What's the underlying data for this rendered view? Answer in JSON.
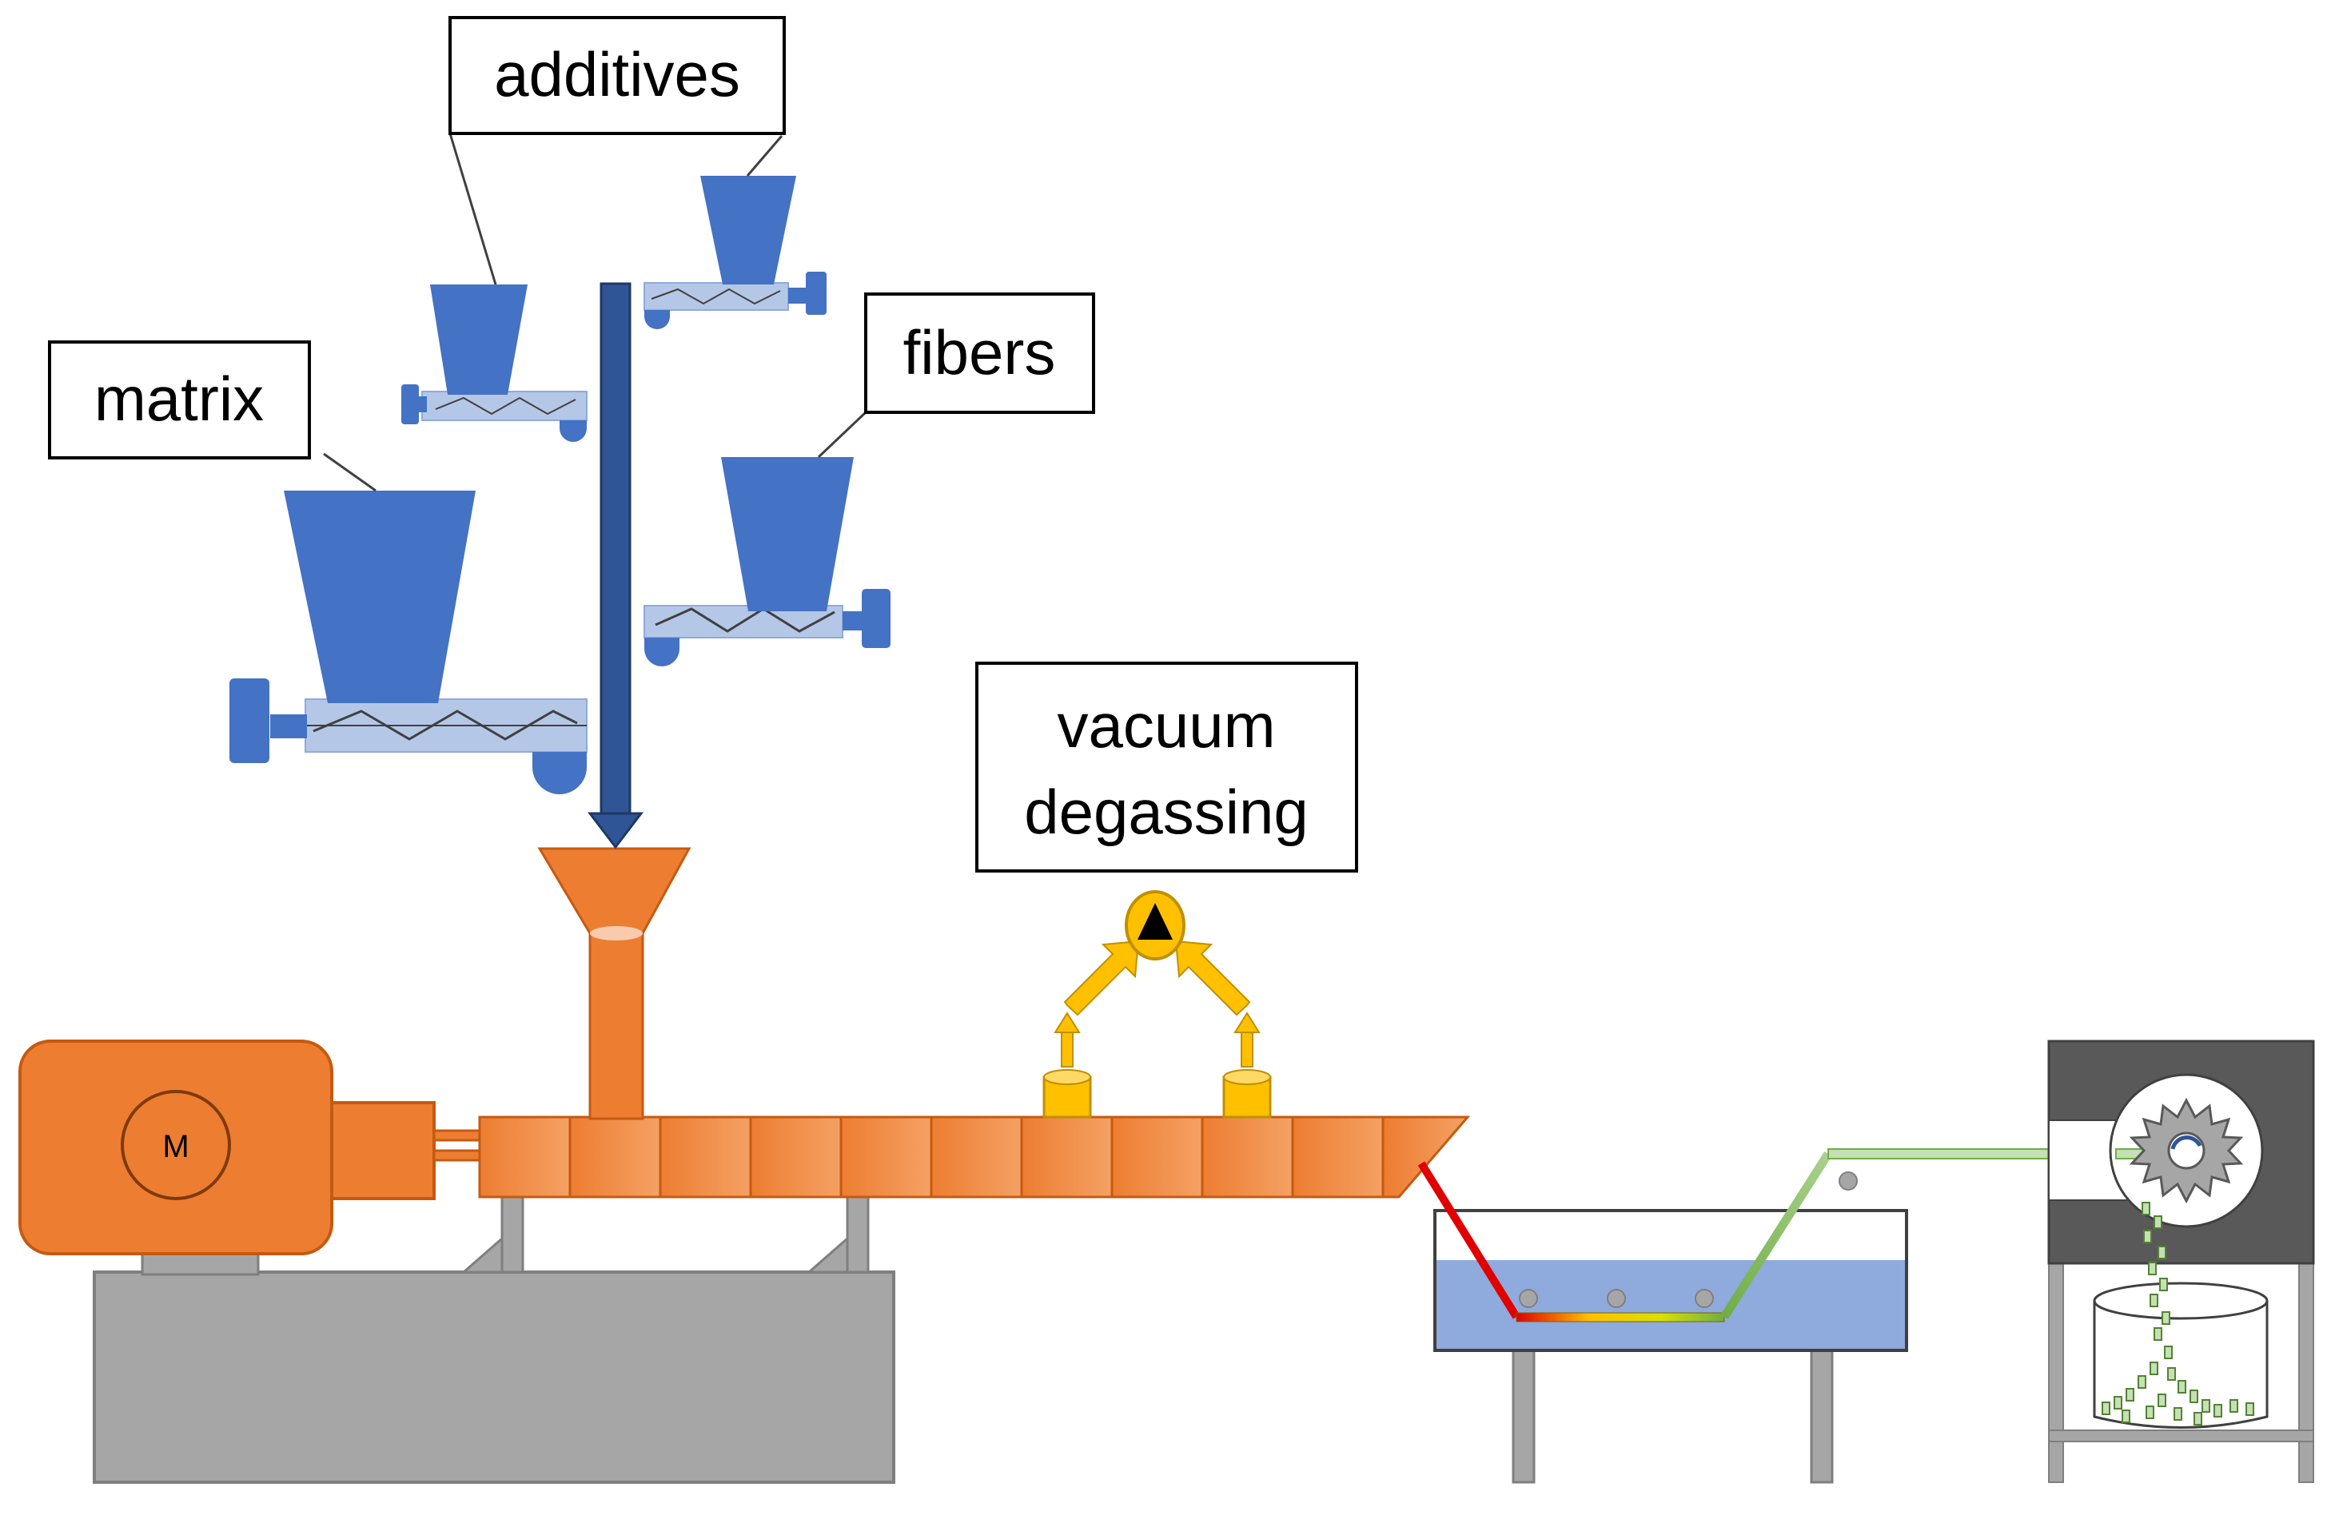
{
  "labels": {
    "additives": "additives",
    "matrix": "matrix",
    "fibers": "fibers",
    "vacuum_line1": "vacuum",
    "vacuum_line2": "degassing",
    "motor": "M"
  },
  "colors": {
    "feeder_blue": "#4472c4",
    "feeder_light_blue": "#b4c7e7",
    "feed_arrow_blue": "#2f5597",
    "extruder_orange": "#ed7d31",
    "vacuum_yellow": "#ffc000",
    "machine_grey": "#a6a6a6",
    "water_blue": "#8faadc",
    "pelletizer_dark": "#595959",
    "hot_strand_red": "#e00000",
    "cool_strand_green": "#a9d18e"
  },
  "icons": {
    "motor": "motor-icon",
    "vacuum_pump": "vacuum-pump-icon",
    "cutter": "cutter-gear-icon"
  }
}
